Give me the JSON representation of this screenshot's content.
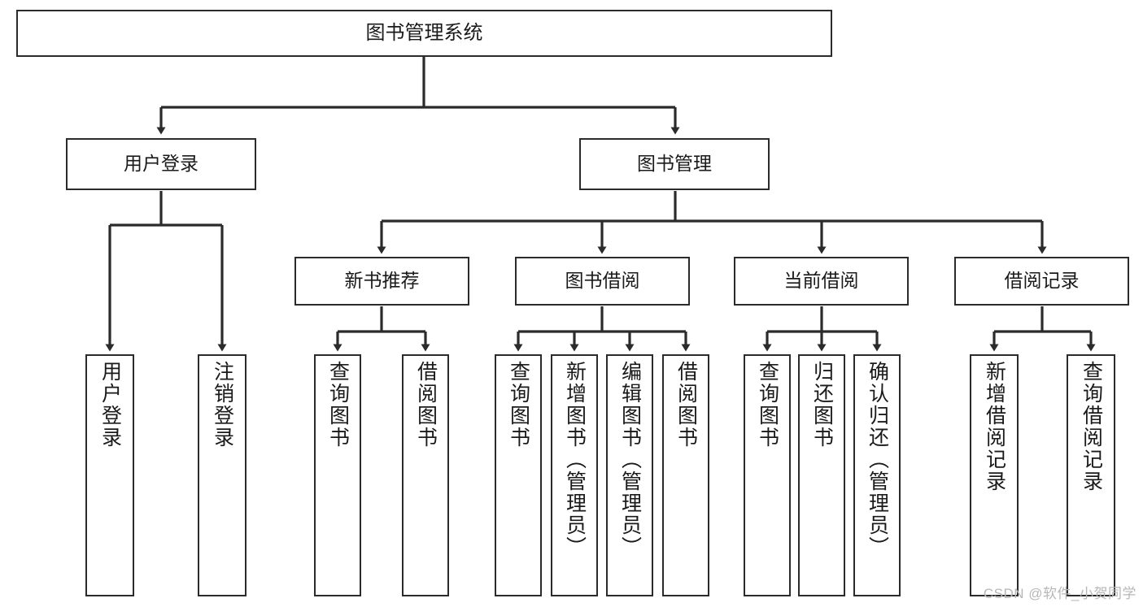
{
  "diagram": {
    "title": "图书管理系统",
    "type": "hierarchy-tree",
    "colors": {
      "box_border": "#2b2b2b",
      "box_fill": "#ffffff",
      "edge": "#2b2b2b",
      "background": "#ffffff",
      "watermark": "#b7b7b7"
    },
    "nodes": {
      "root": {
        "label": "图书管理系统"
      },
      "level2": [
        {
          "id": "user-login",
          "label": "用户登录"
        },
        {
          "id": "book-manage",
          "label": "图书管理"
        }
      ],
      "level3": [
        {
          "id": "new-book-recommend",
          "label": "新书推荐"
        },
        {
          "id": "book-borrow",
          "label": "图书借阅"
        },
        {
          "id": "current-borrow",
          "label": "当前借阅"
        },
        {
          "id": "borrow-record",
          "label": "借阅记录"
        }
      ],
      "leaves": {
        "user-login": [
          {
            "id": "leaf-user-login",
            "label": "用户登录"
          },
          {
            "id": "leaf-logout-login",
            "label": "注销登录"
          }
        ],
        "new-book-recommend": [
          {
            "id": "leaf-query-book-1",
            "label": "查询图书"
          },
          {
            "id": "leaf-borrow-book-1",
            "label": "借阅图书"
          }
        ],
        "book-borrow": [
          {
            "id": "leaf-query-book-2",
            "label": "查询图书"
          },
          {
            "id": "leaf-add-book",
            "label": "新增图书（管理员）"
          },
          {
            "id": "leaf-edit-book",
            "label": "编辑图书（管理员）"
          },
          {
            "id": "leaf-borrow-book-2",
            "label": "借阅图书"
          }
        ],
        "current-borrow": [
          {
            "id": "leaf-query-book-3",
            "label": "查询图书"
          },
          {
            "id": "leaf-return-book",
            "label": "归还图书"
          },
          {
            "id": "leaf-confirm-return",
            "label": "确认归还（管理员）"
          }
        ],
        "borrow-record": [
          {
            "id": "leaf-add-record",
            "label": "新增借阅记录"
          },
          {
            "id": "leaf-query-record",
            "label": "查询借阅记录"
          }
        ]
      }
    },
    "watermark": "CSDN @软件_小贺同学"
  }
}
